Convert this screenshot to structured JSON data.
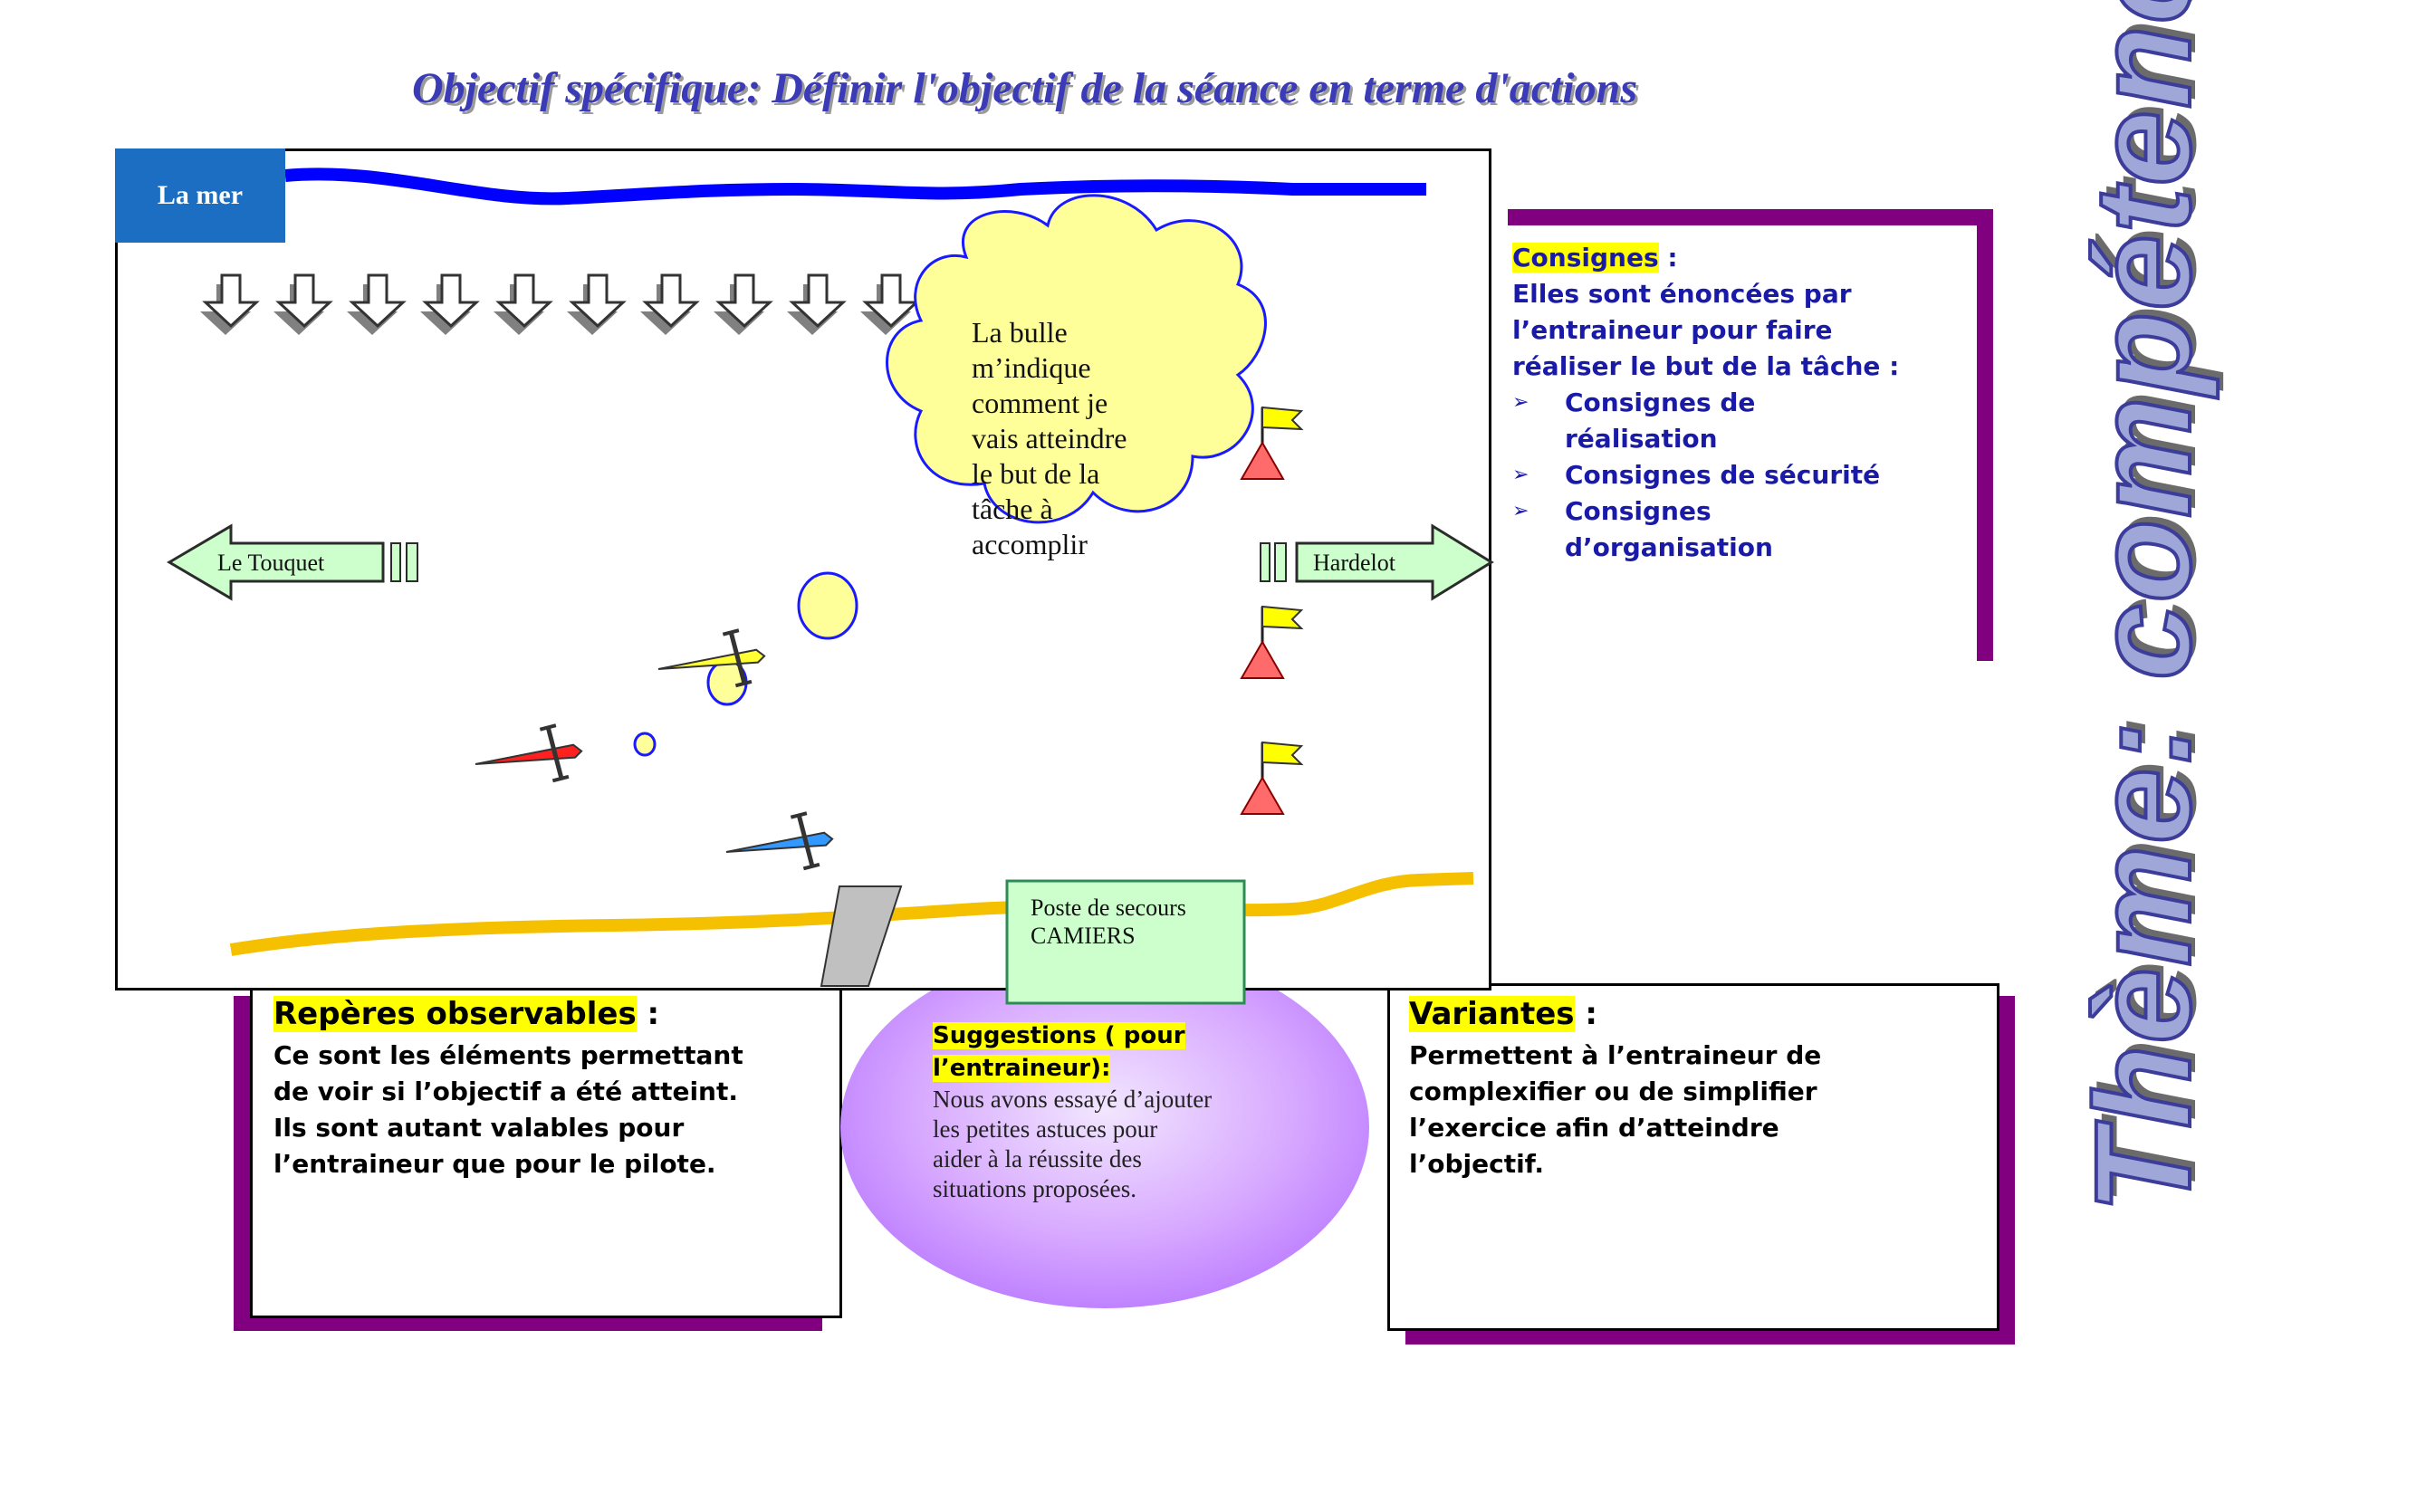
{
  "title": "Objectif spécifique: Définir l'objectif de la séance en terme d'actions",
  "theme": "Thème: compétence  travaillée",
  "diagram": {
    "sea_label": "La mer",
    "direction_left": "Le Touquet",
    "direction_right": "Hardelot",
    "bubble": [
      "La bulle",
      "m’indique",
      "comment je",
      "vais atteindre",
      "le but de la",
      "tâche à",
      "accomplir"
    ],
    "rescue_post": [
      "Poste de secours",
      "CAMIERS"
    ],
    "colors": {
      "sea": "#0000ff",
      "beach": "#f5c000",
      "sea_label_bg": "#1b6ec2",
      "bubble": "#ffff99",
      "accent": "#800080"
    }
  },
  "consignes": {
    "heading": "Consignes",
    "heading_suffix": " :",
    "intro": [
      "Elles sont énoncées par",
      "l’entraineur pour faire",
      "réaliser le but de la tâche :"
    ],
    "items": [
      [
        "Consignes de",
        "réalisation"
      ],
      [
        "Consignes de sécurité"
      ],
      [
        "Consignes",
        "d’organisation"
      ]
    ],
    "bullet": "➢"
  },
  "reperes": {
    "heading": "Repères observables",
    "heading_suffix": " :",
    "lines": [
      "Ce sont les éléments permettant",
      "de voir si l’objectif a été atteint.",
      "Ils sont autant valables pour",
      "l’entraineur que pour le pilote."
    ]
  },
  "suggestions": {
    "heading": [
      "Suggestions ( pour",
      "l’entraineur):"
    ],
    "lines": [
      "Nous avons essayé d’ajouter",
      "les petites astuces  pour",
      "aider à la réussite des",
      "situations proposées."
    ]
  },
  "variantes": {
    "heading": "Variantes",
    "heading_suffix": " :",
    "lines": [
      "Permettent à l’entraineur de",
      "complexifier ou de simplifier",
      "l’exercice afin d’atteindre",
      "l’objectif."
    ]
  }
}
